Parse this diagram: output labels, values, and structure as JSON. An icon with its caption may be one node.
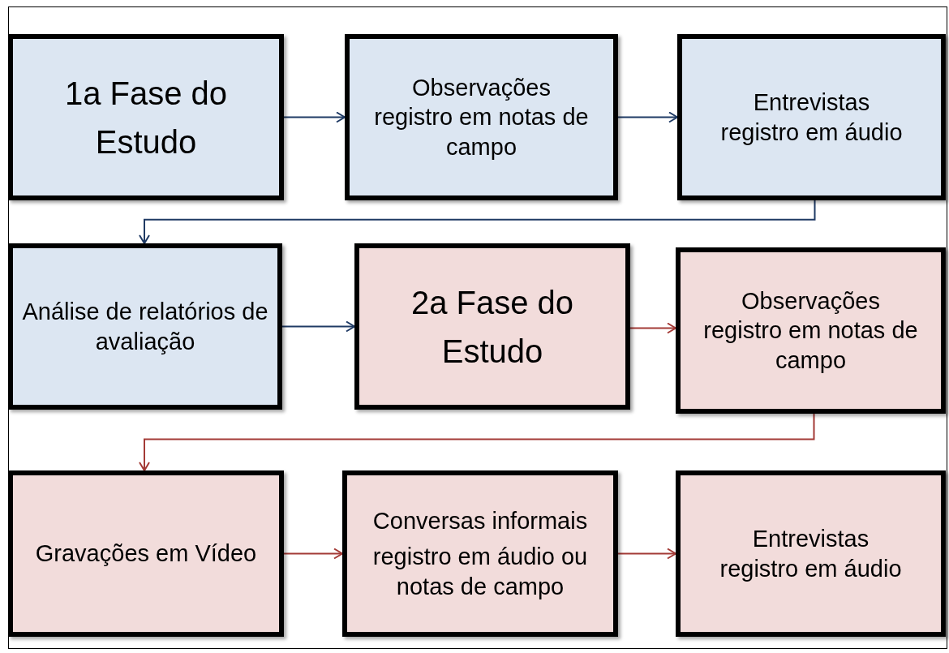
{
  "diagram": {
    "nodes": [
      {
        "text": [
          "1a Fase do Estudo"
        ]
      },
      {
        "text": [
          "Observações",
          "registro em notas de campo"
        ]
      },
      {
        "text": [
          "Entrevistas",
          "registro em áudio"
        ]
      },
      {
        "text": [
          "Análise de relatórios de avaliação"
        ]
      },
      {
        "text": [
          "2a Fase do Estudo"
        ]
      },
      {
        "text": [
          "Observações",
          "registro em notas de campo"
        ]
      },
      {
        "text": [
          "Gravações em Vídeo"
        ]
      },
      {
        "text": [
          "Conversas informais",
          "registro em áudio ou notas de campo"
        ]
      },
      {
        "text": [
          "Entrevistas",
          "registro em áudio"
        ]
      }
    ],
    "edges": [
      {
        "from": 0,
        "to": 1,
        "arrow": "to",
        "color": "#1f3a64"
      },
      {
        "from": 1,
        "to": 2,
        "arrow": "to",
        "color": "#1f3a64"
      },
      {
        "from": 2,
        "to": 3,
        "arrow": "to",
        "color": "#1f3a64"
      },
      {
        "from": 3,
        "to": 4,
        "arrow": "to",
        "color": "#1f3a64"
      },
      {
        "from": 4,
        "to": 5,
        "arrow": "to",
        "color": "#a33a36"
      },
      {
        "from": 5,
        "to": 6,
        "arrow": "to",
        "color": "#a33a36"
      },
      {
        "from": 6,
        "to": 7,
        "arrow": "to",
        "color": "#a33a36"
      },
      {
        "from": 7,
        "to": 8,
        "arrow": "to",
        "color": "#a33a36"
      }
    ]
  }
}
